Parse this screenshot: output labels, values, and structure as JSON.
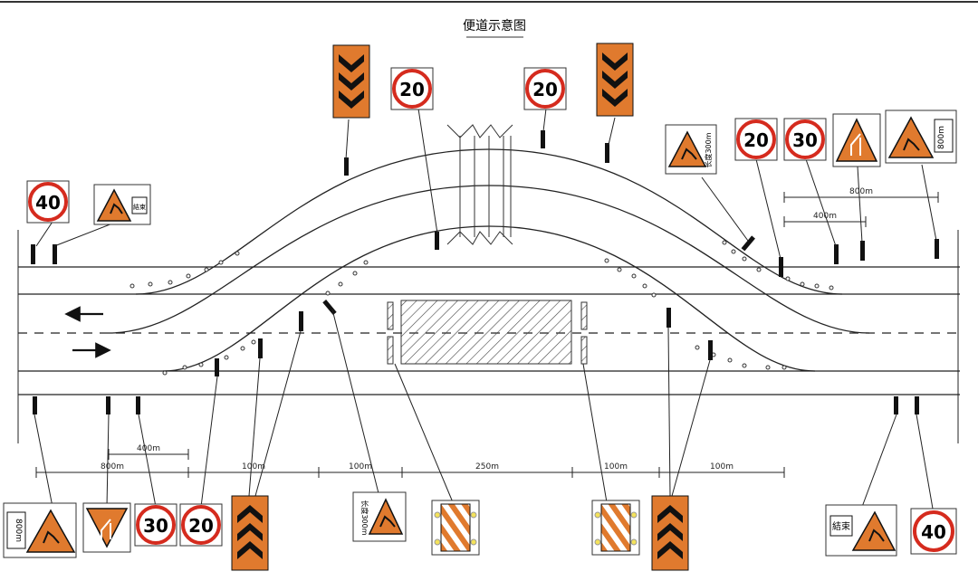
{
  "title": "便道示意图",
  "speed_limits": {
    "s40": "40",
    "s20": "20",
    "s30": "30"
  },
  "sign_text": {
    "end": "結束",
    "length": "长度300m",
    "distance_800": "800m"
  },
  "dims": {
    "d800": "800m",
    "d400": "400m",
    "d100": "100m",
    "d250": "250m"
  },
  "colors": {
    "sign_red": "#d52b1e",
    "sign_orange": "#e07a2e",
    "sign_black": "#111111",
    "road_line": "#222222"
  },
  "icons": [
    "chevron-sign-icon",
    "speed-limit-icon",
    "road-work-icon",
    "lane-merge-icon",
    "end-sign-icon",
    "barrier-icon",
    "post-light-icon"
  ]
}
